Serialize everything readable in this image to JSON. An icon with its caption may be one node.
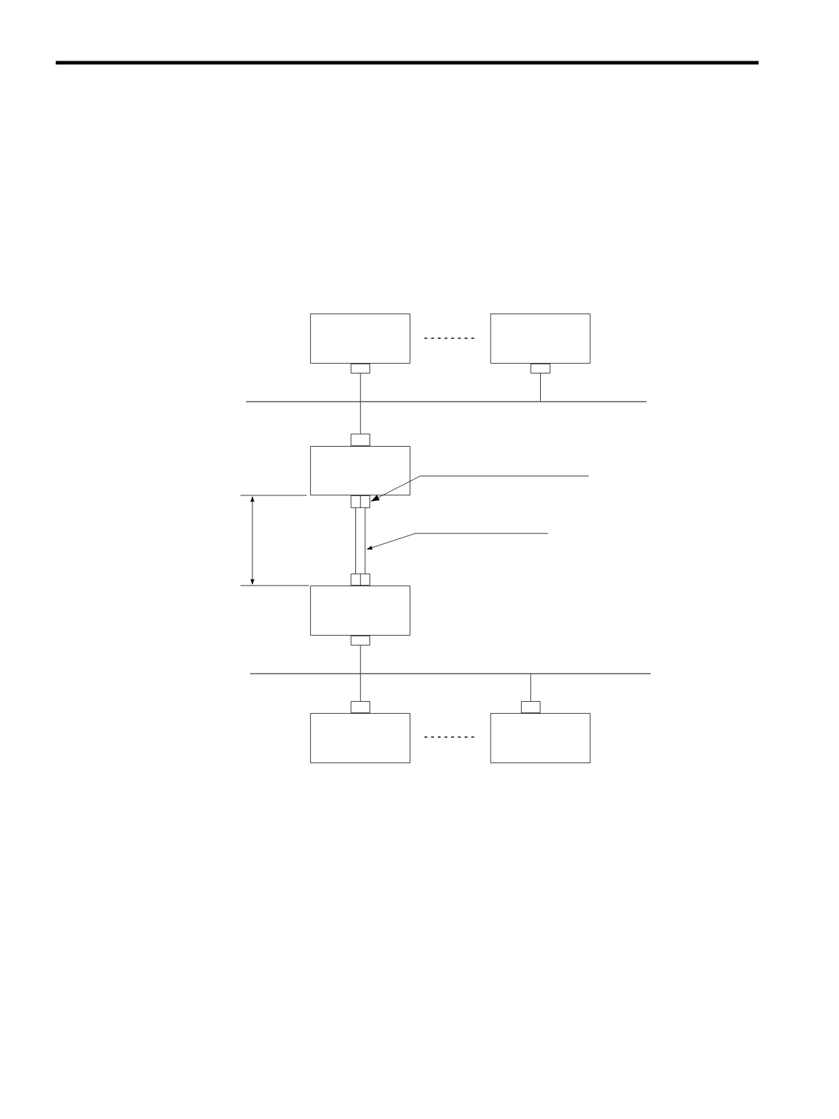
{
  "diagram": {
    "nodes": [
      {
        "text": [],
        "shape": "box"
      },
      {
        "text": [],
        "shape": "box"
      },
      {
        "text": [],
        "shape": "box"
      },
      {
        "text": [],
        "shape": "box"
      },
      {
        "text": [],
        "shape": "bar"
      },
      {
        "text": [],
        "shape": "box"
      },
      {
        "text": [],
        "shape": "box"
      },
      {
        "text": [],
        "shape": "box"
      },
      {
        "text": [],
        "shape": "box"
      },
      {
        "text": [],
        "shape": "box"
      },
      {
        "text": [],
        "shape": "box"
      },
      {
        "text": [],
        "shape": "bar"
      },
      {
        "text": [],
        "shape": "box"
      },
      {
        "text": [],
        "shape": "box"
      },
      {
        "text": [],
        "shape": "box"
      },
      {
        "text": [],
        "shape": "box"
      }
    ],
    "edges": [
      {
        "from": 2,
        "to": 4,
        "arrow": "none"
      },
      {
        "from": 3,
        "to": 4,
        "arrow": "none"
      },
      {
        "from": 4,
        "to": 5,
        "arrow": "none"
      },
      {
        "from": 7,
        "to": 8,
        "arrow": "none",
        "style": "thick"
      },
      {
        "from": 10,
        "to": 11,
        "arrow": "none"
      },
      {
        "from": 11,
        "to": 12,
        "arrow": "none"
      },
      {
        "from": 11,
        "to": 13,
        "arrow": "none"
      },
      {
        "from": null,
        "to": 7,
        "arrow": "to"
      }
    ]
  }
}
